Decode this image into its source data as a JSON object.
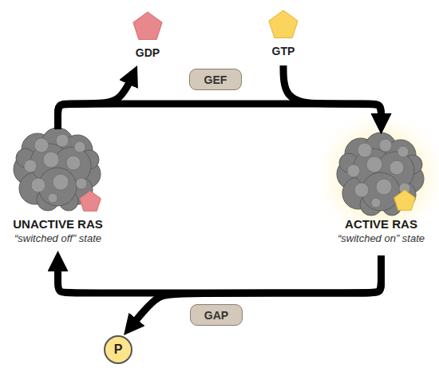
{
  "diagram": {
    "nodes": [
      {
        "text": [
          "GDP"
        ]
      },
      {
        "text": [
          "GTP"
        ]
      },
      {
        "text": [
          "GEF"
        ]
      },
      {
        "text": [
          "UNACTIVE RAS",
          "“switched off” state"
        ]
      },
      {
        "text": [
          "ACTIVE RAS",
          "“switched on” state"
        ]
      },
      {
        "text": [
          "GAP"
        ]
      },
      {
        "text": [
          "P"
        ]
      }
    ],
    "edges": [
      {
        "from": 3,
        "to": 4,
        "arrow": "to"
      },
      {
        "from": 3,
        "to": 0,
        "arrow": "to"
      },
      {
        "from": 1,
        "to": 4,
        "arrow": "to"
      },
      {
        "from": 4,
        "to": 3,
        "arrow": "to"
      },
      {
        "from": 4,
        "to": 6,
        "arrow": "to"
      }
    ]
  }
}
